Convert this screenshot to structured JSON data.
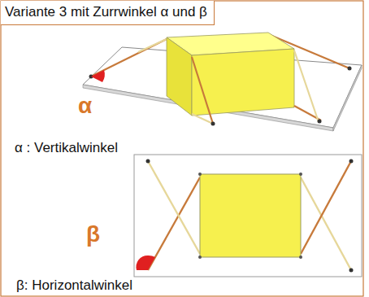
{
  "diagram": {
    "title": "Variante 3 mit Zurrwinkel α und β",
    "labels": [
      "α",
      "α : Vertikalwinkel",
      "β",
      "β: Horizontalwinkel"
    ]
  }
}
